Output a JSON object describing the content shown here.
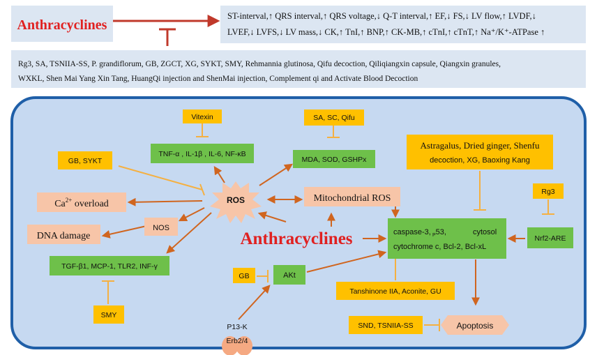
{
  "header": {
    "drug_label": "Anthracyclines",
    "effects_line1": "ST-interval,↑ QRS interval,↑ QRS voltage,↓ Q-T interval,↑ EF,↓ FS,↓ LV flow,↑ LVDF,↓",
    "effects_line2": "LVEF,↓ LVFS,↓ LV mass,↓ CK,↑ TnI,↑ BNP,↑ CK-MB,↑ cTnI,↑ cTnT,↑ Na⁺/K⁺-ATPase ↑"
  },
  "inhibitors_panel": {
    "line1": "Rg3, SA, TSNIIA-SS, P. grandiflorum, GB, ZGCT, XG, SYKT, SMY, Rehmannia glutinosa, Qifu decoction, Qiliqiangxin capsule, Qiangxin granules,",
    "line2": "WXKL, Shen Mai Yang Xin Tang, HuangQi injection and ShenMai injection, Complement qi and Activate Blood Decoction"
  },
  "cell": {
    "center_label": "Anthracyclines",
    "ros": "ROS",
    "mito_ros": "Mitochondrial ROS",
    "ca_prefix": "Ca",
    "ca_sup": "2+",
    "ca_suffix": " overload",
    "dna_damage": "DNA damage",
    "nos": "NOS",
    "cytokines": "TNF-α , IL-1β , IL-6, NF-κB",
    "oxidative": "MDA, SOD, GSHPx",
    "tgf": "TGF-β1, MCP-1, TLR2, INF-γ",
    "akt": "AKt",
    "p13k": "P13-K",
    "erb": "Erb2/4",
    "apop_line1_a": "caspase-3,",
    "apop_line1_sub": "P",
    "apop_line1_b": "53,",
    "apop_line1_c": "cytosol",
    "apop_line2": "cytochrome c, Bcl-2, Bcl-xL",
    "nrf2": "Nrf2-ARE",
    "apoptosis": "Apoptosis"
  },
  "drugs": {
    "vitexin": "Vitexin",
    "sa_sc_qifu": "SA, SC, Qifu",
    "gb_sykt": "GB, SYKT",
    "astragalus_line1": "Astragalus, Dried ginger, Shenfu",
    "astragalus_line2": "decoction, XG, Baoxing Kang",
    "rg3": "Rg3",
    "smy": "SMY",
    "gb": "GB",
    "tanshinone": "Tanshinone IIA, Aconite, GU",
    "snd": "SND, TSNIIA-SS"
  },
  "colors": {
    "panel": "#dce6f2",
    "cell_fill": "#c6d9f1",
    "cell_border": "#1f5fa8",
    "orange_box": "#ffc000",
    "green_box": "#6ec04a",
    "salmon_box": "#f7c5a8",
    "arrow": "#d0651f",
    "inhibit": "#f5b041",
    "red": "#e02020",
    "dark_red": "#c0392b"
  }
}
